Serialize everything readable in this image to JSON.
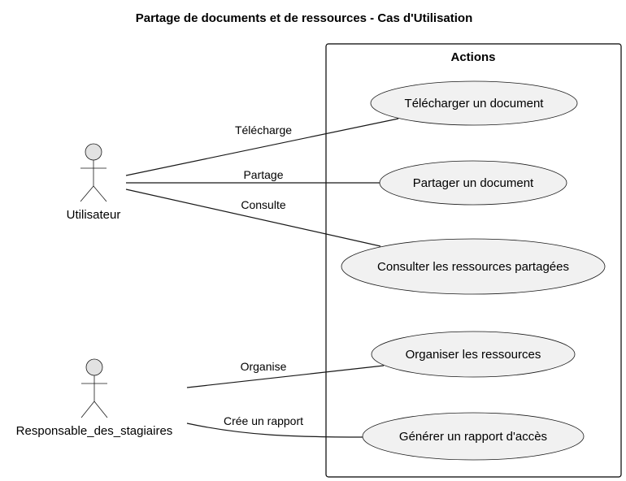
{
  "diagram": {
    "title": "Partage de documents et de ressources - Cas d'Utilisation",
    "package_label": "Actions",
    "actors": {
      "utilisateur": "Utilisateur",
      "responsable": "Responsable_des_stagiaires"
    },
    "use_cases": {
      "telecharger": "Télécharger un document",
      "partager": "Partager un document",
      "consulter": "Consulter les ressources partagées",
      "organiser": "Organiser les ressources",
      "generer": "Générer un rapport d'accès"
    },
    "relations": {
      "telecharge": "Télécharge",
      "partage": "Partage",
      "consulte": "Consulte",
      "organise": "Organise",
      "cree_rapport": "Crée un rapport"
    }
  }
}
